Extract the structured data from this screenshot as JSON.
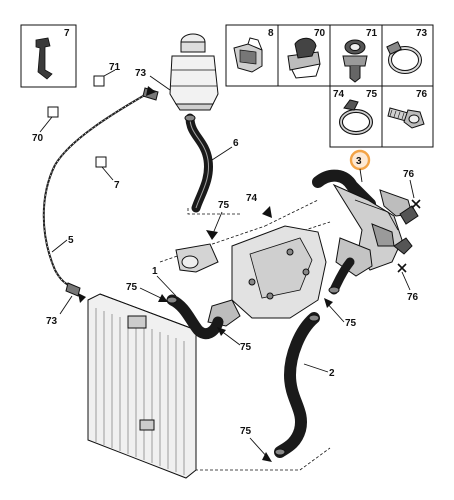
{
  "callouts": {
    "c7_box": "7",
    "c7_wire": "7",
    "c8": "8",
    "c70_box": "70",
    "c70_wire": "70",
    "c71_box": "71",
    "c71_wire": "71",
    "c73_box": "73",
    "c73_tank": "73",
    "c73_bottom": "73",
    "c74_box": "74",
    "c74_main": "74",
    "c75_box": "75",
    "c75_a": "75",
    "c75_b": "75",
    "c75_c": "75",
    "c75_d": "75",
    "c75_e": "75",
    "c76_box": "76",
    "c76_top": "76",
    "c76_bottom": "76",
    "c1": "1",
    "c2": "2",
    "c3": "3",
    "c5": "5",
    "c6": "6"
  },
  "colors": {
    "highlight": "#f3a447",
    "highlight_fill": "#fde9d4",
    "hose": "#1a1a1a",
    "line": "#111111"
  }
}
